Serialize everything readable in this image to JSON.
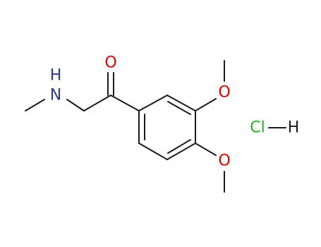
{
  "molecule": {
    "atoms": {
      "amine_nitrogen": "N",
      "amine_hydrogen": "H",
      "carbonyl_oxygen": "O",
      "methoxy_oxygen_3": "O",
      "methoxy_oxygen_4": "O",
      "salt_chlorine": "Cl",
      "salt_hydrogen": "H"
    },
    "colors": {
      "bond": "#1a1a1a",
      "carbon_skeleton": "#1a1a1a",
      "nitrogen": "#2b3a8f",
      "oxygen": "#e00000",
      "chlorine": "#21b021",
      "hydrogen": "#1a1a1a"
    }
  }
}
